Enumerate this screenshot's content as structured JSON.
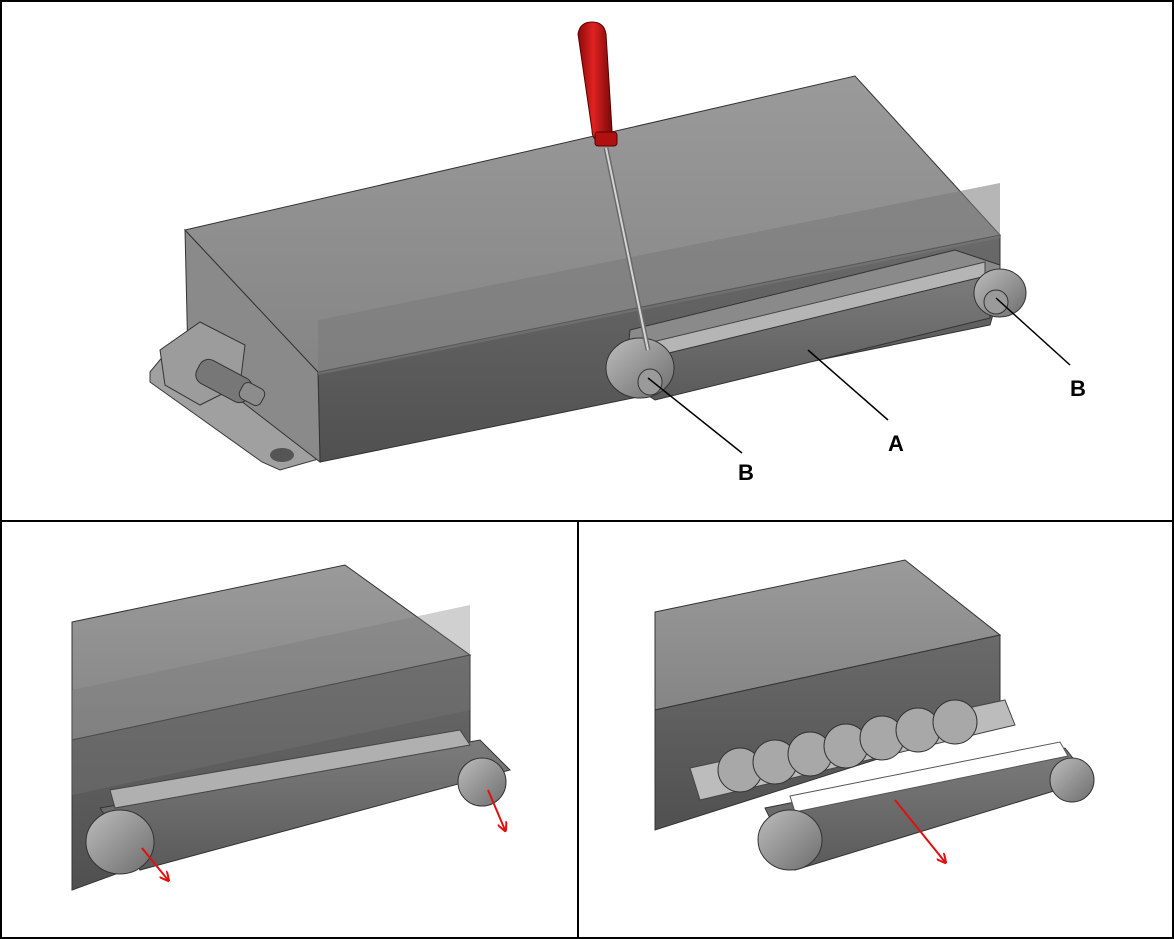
{
  "figure": {
    "top_panel": {
      "labels": {
        "cover": "A",
        "screw_left": "B",
        "screw_right": "B"
      },
      "tool": "screwdriver-icon"
    },
    "bottom_left_panel": {
      "arrows": [
        "arrow-down-right",
        "arrow-down-right"
      ]
    },
    "bottom_right_panel": {
      "arrows": [
        "arrow-down-right"
      ]
    }
  },
  "colors": {
    "housing_top": "#8e8e8e",
    "housing_side": "#5c5c5c",
    "housing_dark": "#4a4a4a",
    "cover": "#6e6e6e",
    "screwdriver_handle": "#c81414",
    "arrow": "#e01010",
    "border": "#000000"
  }
}
